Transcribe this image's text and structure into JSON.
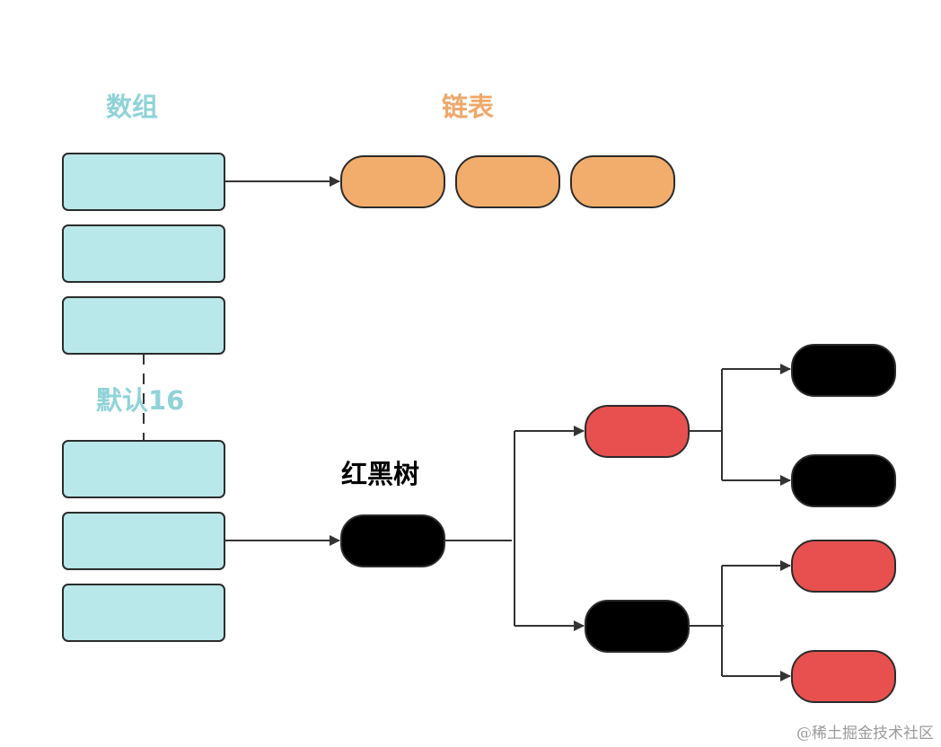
{
  "labels": {
    "array": "数组",
    "linked_list": "链表",
    "default_size": "默认16",
    "red_black_tree": "红黑树"
  },
  "watermark": "@稀土掘金技术社区",
  "colors": {
    "array_cell": "#b8e8ea",
    "array_label": "#8fd3d8",
    "list_node": "#f2ad6c",
    "list_label": "#eea86a",
    "tree_red": "#e8504f",
    "tree_black": "#000000",
    "stroke": "#2b2b2b"
  },
  "diagram": {
    "array_cells": 6,
    "linked_list_nodes": 3,
    "tree_nodes": [
      "black",
      "red",
      "black",
      "black",
      "black",
      "red",
      "red"
    ]
  }
}
